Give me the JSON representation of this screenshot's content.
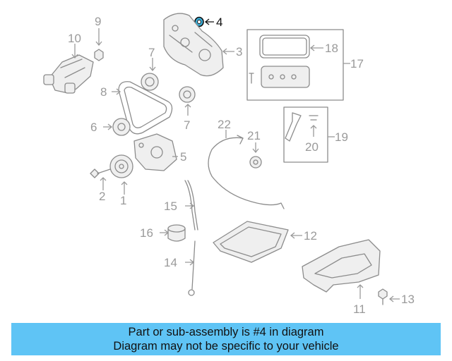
{
  "diagram": {
    "callouts": {
      "c1": "1",
      "c2": "2",
      "c3": "3",
      "c4": "4",
      "c5": "5",
      "c6": "6",
      "c7a": "7",
      "c7b": "7",
      "c8": "8",
      "c9": "9",
      "c10": "10",
      "c11": "11",
      "c12": "12",
      "c13": "13",
      "c14": "14",
      "c15": "15",
      "c16": "16",
      "c17": "17",
      "c18": "18",
      "c19": "19",
      "c20": "20",
      "c21": "21",
      "c22": "22"
    },
    "highlighted_part": "4",
    "highlight_color": "#111111",
    "callout_color": "#9a9a9a"
  },
  "banner": {
    "line1": "Part or sub-assembly is #4 in diagram",
    "line2": "Diagram may not be specific to your vehicle",
    "color": "#5fc4f5"
  }
}
